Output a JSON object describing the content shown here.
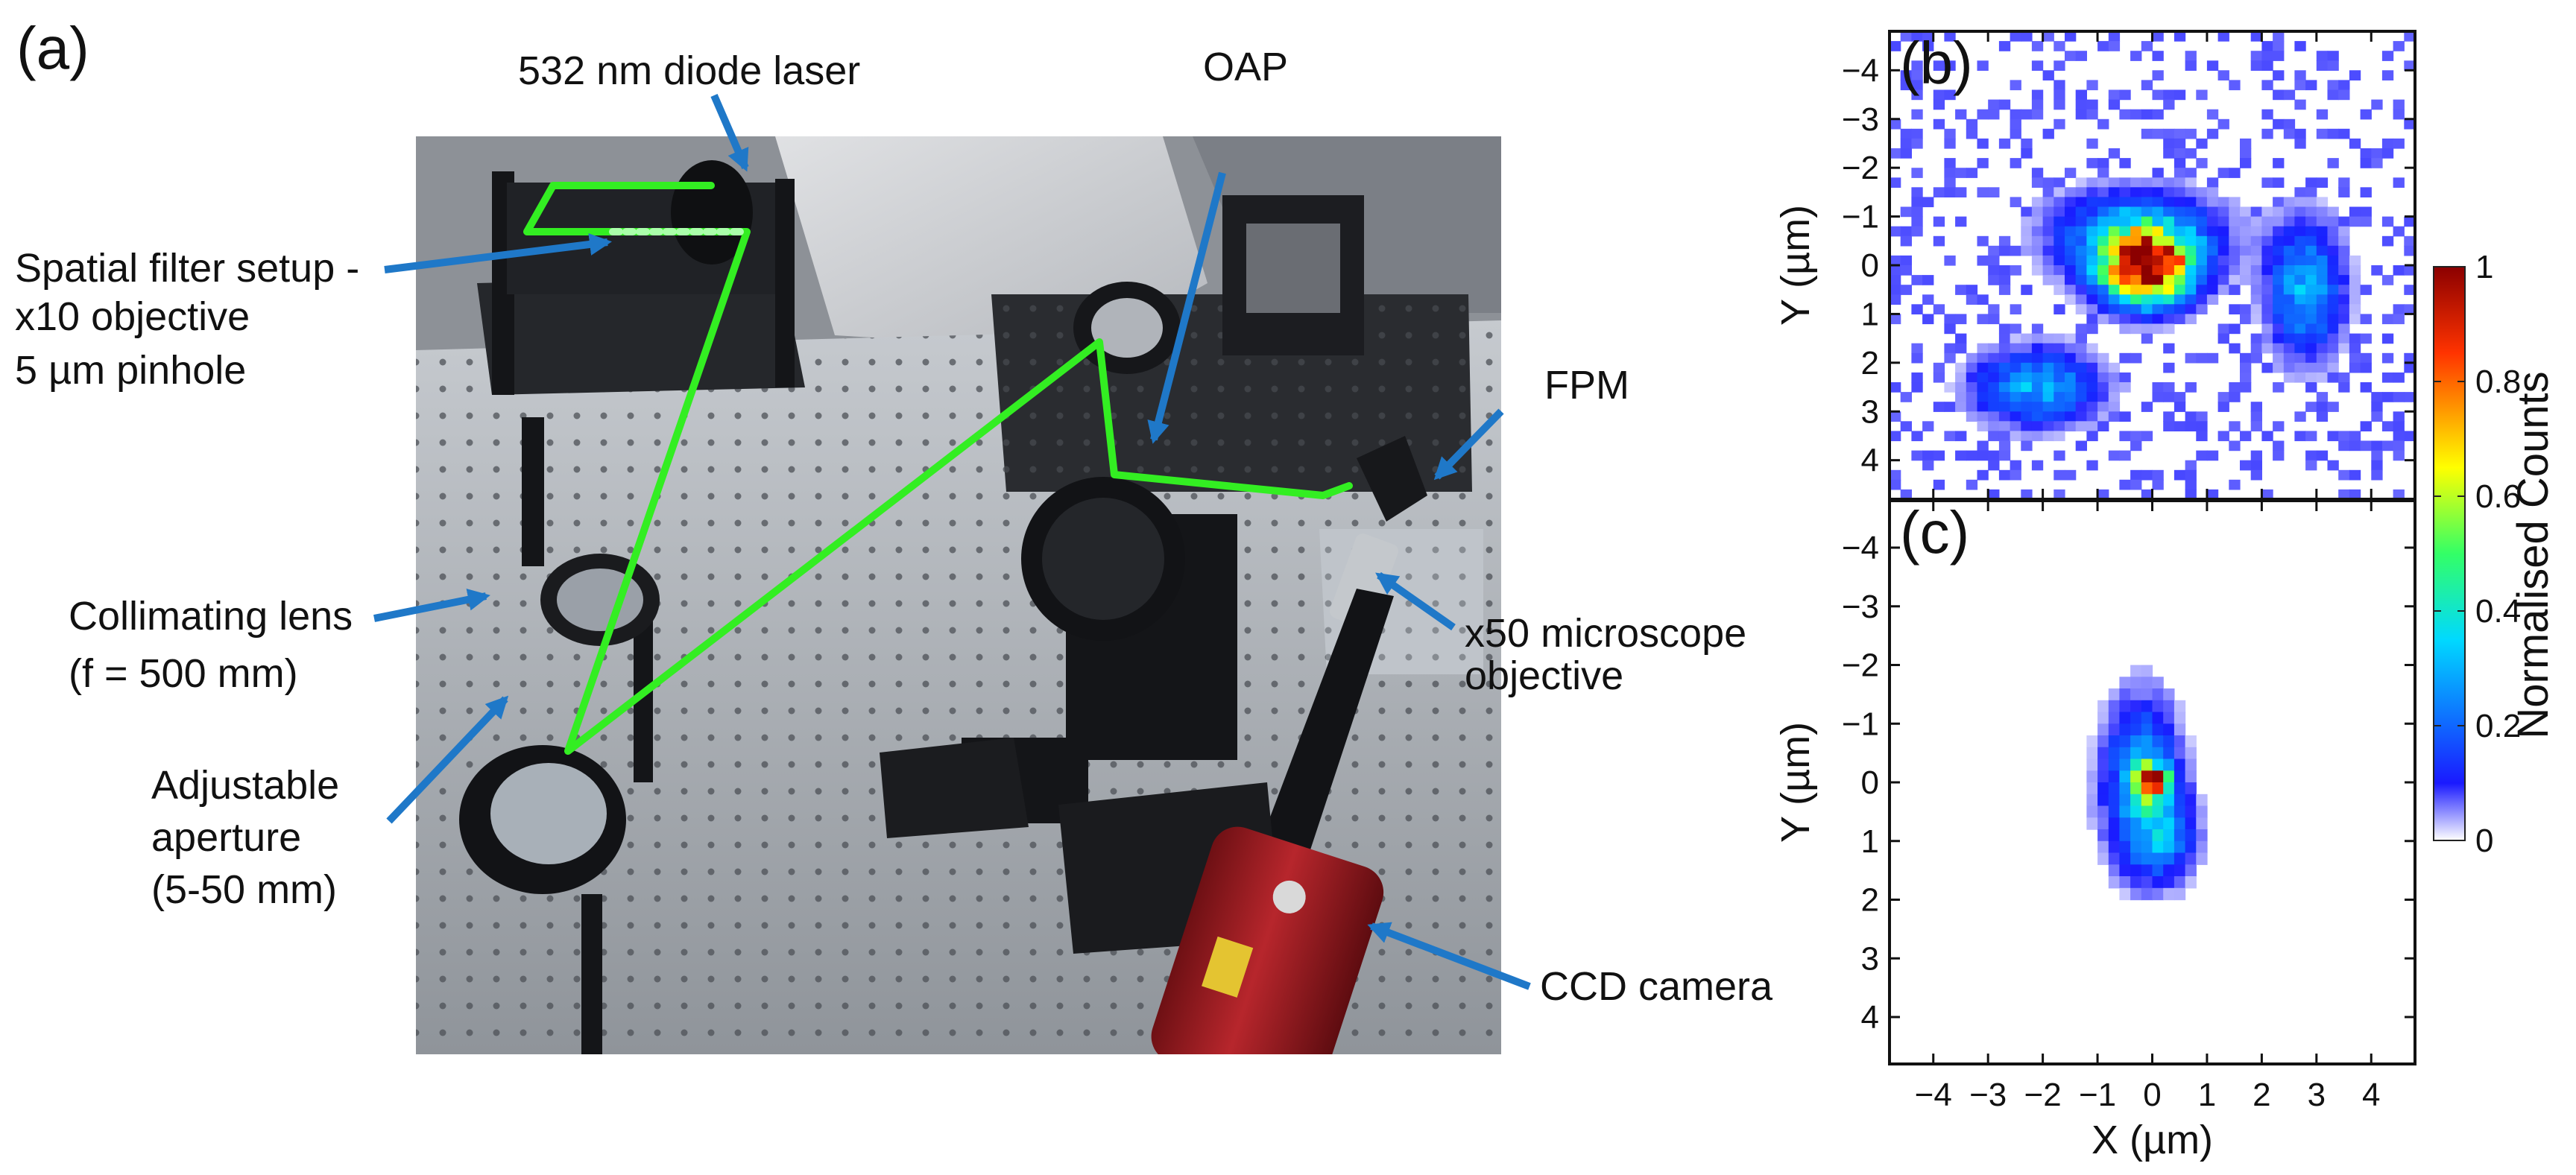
{
  "figure": {
    "panel_a": {
      "label": "(a)",
      "annotations": {
        "laser": "532 nm diode laser",
        "oap": "OAP",
        "spatial_filter": [
          "Spatial filter setup -",
          "x10 objective",
          "5 µm pinhole"
        ],
        "fpm": "FPM",
        "collimating_lens": [
          "Collimating lens",
          "(f = 500 mm)"
        ],
        "microscope_objective": [
          "x50 microscope",
          "objective"
        ],
        "aperture": [
          "Adjustable",
          "aperture",
          "(5-50 mm)"
        ],
        "ccd": "CCD camera"
      }
    },
    "colors": {
      "arrow": "#1f78c8",
      "beam": "#33ee22",
      "bench": "#a9adb3",
      "ccd_body": "#a11c22"
    },
    "colorbar": {
      "label": "Normalised Counts",
      "ticks": [
        "0",
        "0.2",
        "0.4",
        "0.6",
        "0.8",
        "1"
      ],
      "stops": [
        "#ffffff",
        "#1a1aff",
        "#00d9ff",
        "#33ff66",
        "#ffff00",
        "#ff3300",
        "#8b0000"
      ]
    }
  },
  "chart_data": [
    {
      "type": "heatmap",
      "panel": "(b)",
      "xlabel": "",
      "ylabel": "Y (µm)",
      "xlim": [
        -4.8,
        4.8
      ],
      "ylim": [
        -4.8,
        4.8
      ],
      "y_ticks": [
        "-4",
        "-3",
        "-2",
        "-1",
        "0",
        "1",
        "2",
        "3",
        "4"
      ],
      "x_ticks": [],
      "value_range": [
        0,
        1
      ],
      "blobs": [
        {
          "x": -0.1,
          "y": 0.05,
          "peak": 1.0,
          "sx": 0.55,
          "sy": 0.5
        },
        {
          "x": -0.3,
          "y": -0.6,
          "peak": 0.3,
          "sx": 1.0,
          "sy": 0.6
        },
        {
          "x": 2.8,
          "y": 0.5,
          "peak": 0.3,
          "sx": 0.45,
          "sy": 0.9
        },
        {
          "x": -2.1,
          "y": 2.5,
          "peak": 0.3,
          "sx": 0.75,
          "sy": 0.5
        }
      ],
      "background_level": 0.05
    },
    {
      "type": "heatmap",
      "panel": "(c)",
      "xlabel": "X (µm)",
      "ylabel": "Y (µm)",
      "xlim": [
        -4.8,
        4.8
      ],
      "ylim": [
        -4.8,
        4.8
      ],
      "x_ticks": [
        "-4",
        "-3",
        "-2",
        "-1",
        "0",
        "1",
        "2",
        "3",
        "4"
      ],
      "y_ticks": [
        "-4",
        "-3",
        "-2",
        "-1",
        "0",
        "1",
        "2",
        "3",
        "4"
      ],
      "value_range": [
        0,
        1
      ],
      "blobs": [
        {
          "x": 0.0,
          "y": 0.0,
          "peak": 1.0,
          "sx": 0.18,
          "sy": 0.18
        },
        {
          "x": -0.2,
          "y": 0.0,
          "peak": 0.3,
          "sx": 0.45,
          "sy": 0.9
        },
        {
          "x": 0.2,
          "y": 0.9,
          "peak": 0.2,
          "sx": 0.4,
          "sy": 0.5
        }
      ],
      "background_level": 0.0
    }
  ]
}
